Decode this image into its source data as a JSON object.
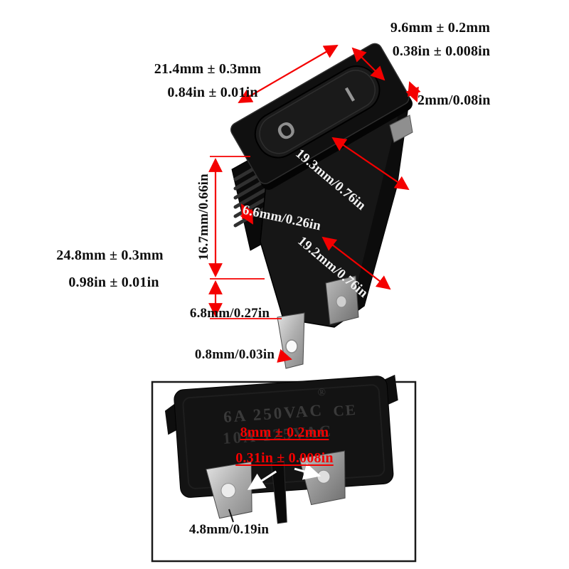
{
  "colors": {
    "dimension_line": "#f40000",
    "label_text": "#0e0e0e",
    "highlight_text": "#f40000",
    "switch_body": "#141414"
  },
  "labels": {
    "top_width_mm": "21.4mm ± 0.3mm",
    "top_width_in": "0.84in ± 0.01in",
    "rocker_width_mm": "9.6mm ± 0.2mm",
    "rocker_width_in": "0.38in ± 0.008in",
    "flange_lip": "2mm/0.08in",
    "body_height": "16.7mm/0.66in",
    "depth_top": "19.3mm/0.76in",
    "ribs": "6.6mm/0.26in",
    "depth_bottom": "19.2mm/0.76in",
    "total_height_mm": "24.8mm ± 0.3mm",
    "total_height_in": "0.98in ± 0.01in",
    "terminal_length": "6.8mm/0.27in",
    "terminal_thickness": "0.8mm/0.03in",
    "pin_spacing_mm": "8mm ± 0.2mm",
    "pin_spacing_in": "0.31in ± 0.008in",
    "terminal_width": "4.8mm/0.19in"
  },
  "markings": {
    "rocker_on": "I",
    "rocker_off": "O",
    "rating_line1": "6A 250VAC",
    "rating_line2": "10A 125VAC",
    "ce": "CE",
    "registered": "®"
  }
}
